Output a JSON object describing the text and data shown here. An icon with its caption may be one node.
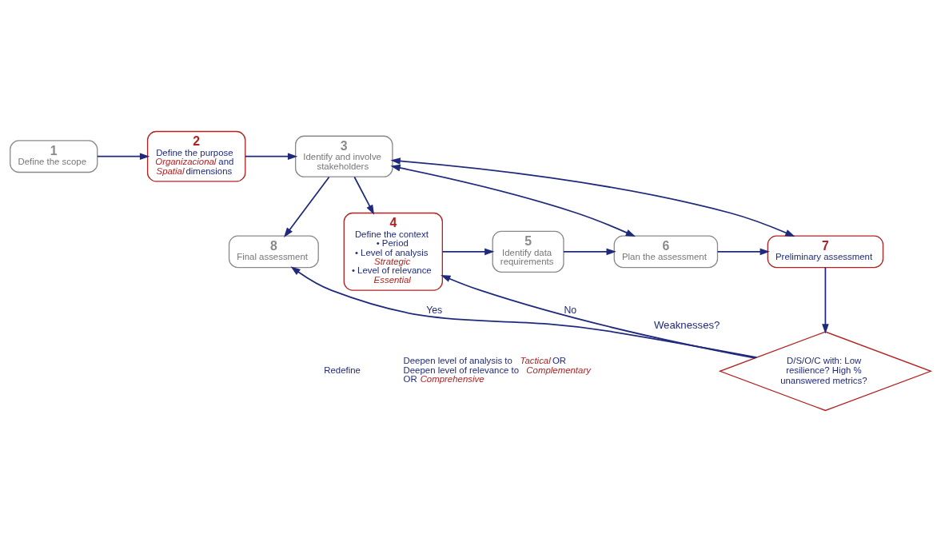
{
  "diagram": {
    "nodes": [
      {
        "text": [
          "1",
          "Define the scope"
        ]
      },
      {
        "text": [
          "2",
          "Define the purpose *Organizacional* and *Spatial* dimensions"
        ]
      },
      {
        "text": [
          "3",
          "Identify and involve stakeholders"
        ]
      },
      {
        "text": [
          "8",
          "Final assessment"
        ]
      },
      {
        "text": [
          "4",
          "Define the context",
          "• Period",
          "• Level of analysis *Strategic*",
          "• Level of relevance *Essential*"
        ]
      },
      {
        "text": [
          "5",
          "Identify data requirements"
        ]
      },
      {
        "text": [
          "6",
          "Plan the assessment"
        ]
      },
      {
        "text": [
          "7",
          "Preliminary assessment"
        ]
      },
      {
        "text": [
          "D/S/O/C with: Low resilience? High % unanswered metrics?"
        ],
        "beside": [
          "Weaknesses?"
        ]
      }
    ],
    "edges": [
      {
        "from": 0,
        "to": 1,
        "arrow": "to"
      },
      {
        "from": 1,
        "to": 2,
        "arrow": "to"
      },
      {
        "from": 2,
        "to": 4,
        "arrow": "to"
      },
      {
        "from": 2,
        "to": 3,
        "arrow": "to"
      },
      {
        "from": 6,
        "to": 2,
        "arrow": "both"
      },
      {
        "from": 7,
        "to": 2,
        "arrow": "both"
      },
      {
        "from": 4,
        "to": 5,
        "arrow": "to"
      },
      {
        "from": 5,
        "to": 6,
        "arrow": "to"
      },
      {
        "from": 6,
        "to": 7,
        "arrow": "to"
      },
      {
        "from": 7,
        "to": 8,
        "arrow": "to"
      },
      {
        "from": 8,
        "to": 3,
        "label": "Yes",
        "arrow": "to"
      },
      {
        "from": 8,
        "to": 4,
        "label": "No",
        "arrow": "to"
      }
    ],
    "labels": [
      "Redefine",
      "Deepen level of analysis to *Tactical* OR Deepen level of relevance to *Complementary* OR *Comprehensive*"
    ]
  }
}
